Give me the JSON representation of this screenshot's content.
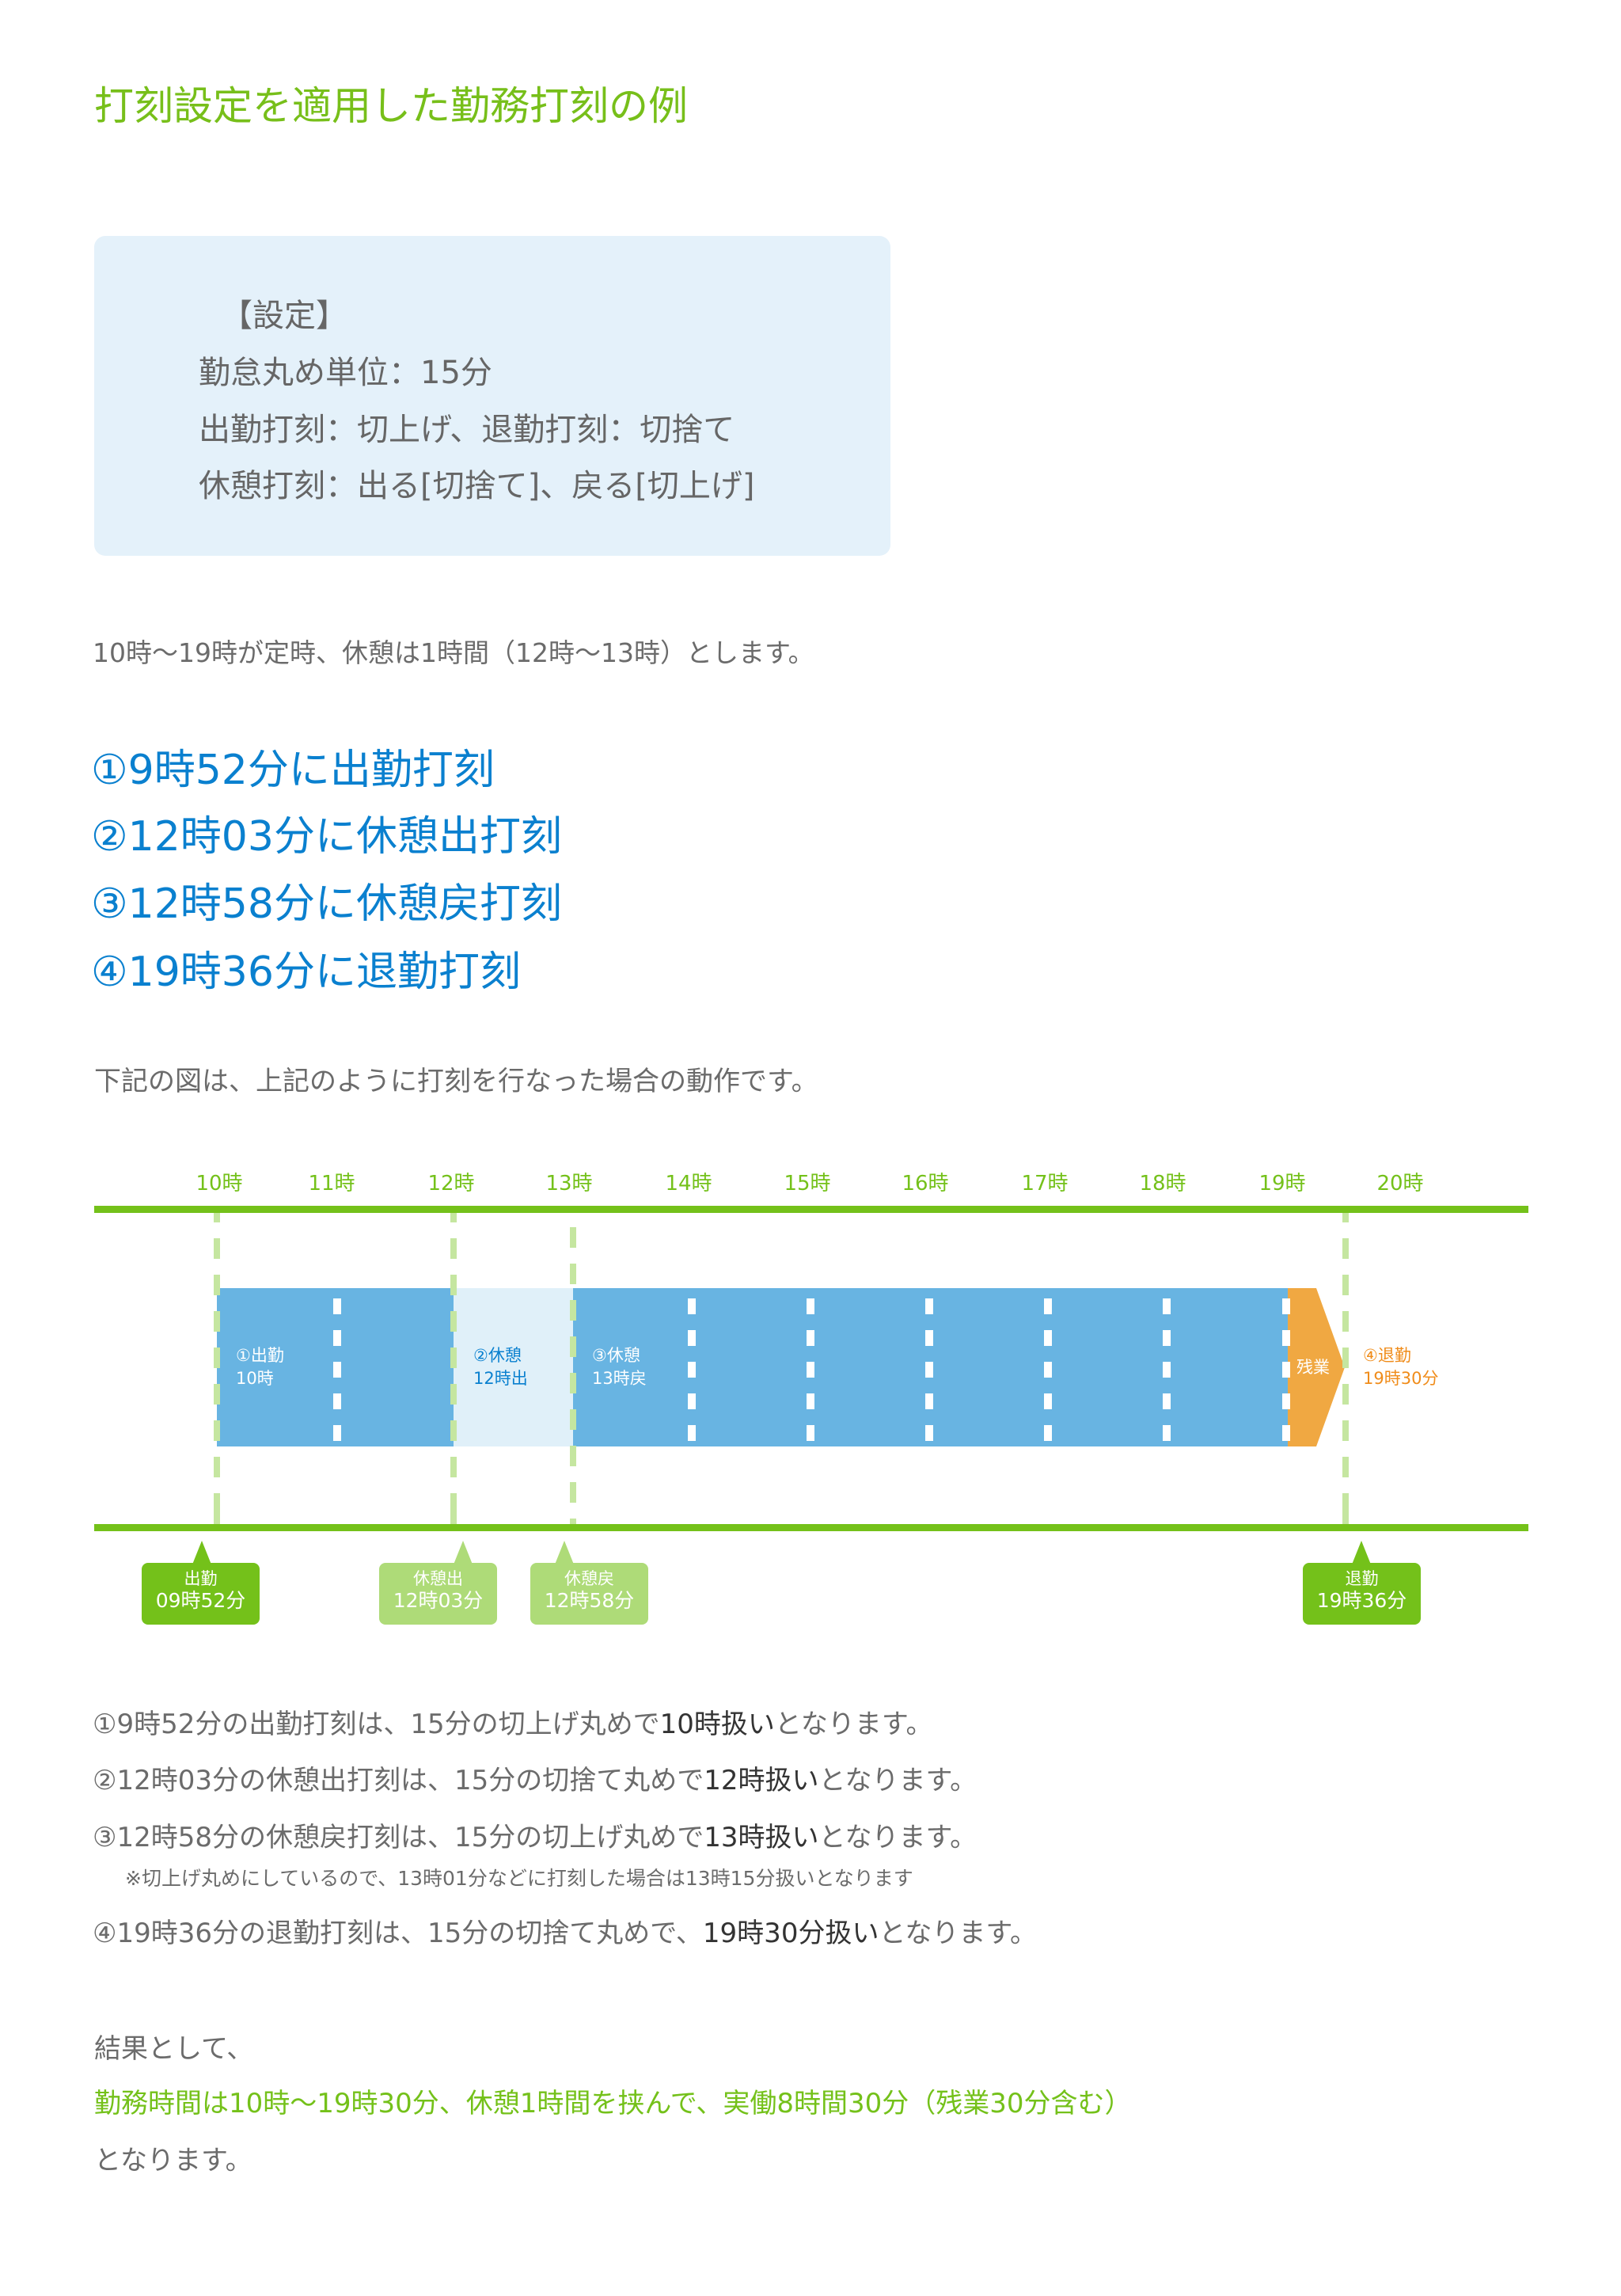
{
  "title": "打刻設定を適用した勤務打刻の例",
  "settings": {
    "heading": "【設定】",
    "lines": [
      "勤怠丸め単位：15分",
      "出勤打刻：切上げ、退勤打刻：切捨て",
      "休憩打刻：出る[切捨て]、戻る[切上げ]"
    ]
  },
  "intro": "10時〜19時が定時、休憩は1時間（12時〜13時）とします。",
  "steps": [
    "①9時52分に出勤打刻",
    "②12時03分に休憩出打刻",
    "③12時58分に休憩戻打刻",
    "④19時36分に退勤打刻"
  ],
  "below_text": "下記の図は、上記のように打刻を行なった場合の動作です。",
  "diagram": {
    "hours": [
      "10時",
      "11時",
      "12時",
      "13時",
      "14時",
      "15時",
      "16時",
      "17時",
      "18時",
      "19時",
      "20時"
    ],
    "blocks": {
      "in": {
        "l1": "①出勤",
        "l2": "10時"
      },
      "break_out": {
        "l1": "②休憩",
        "l2": "12時出"
      },
      "break_in": {
        "l1": "③休憩",
        "l2": "13時戻"
      },
      "overtime": "残業",
      "out": {
        "l1": "④退勤",
        "l2": "19時30分"
      }
    },
    "bubbles": [
      {
        "label": "出勤",
        "time": "09時52分"
      },
      {
        "label": "休憩出",
        "time": "12時03分"
      },
      {
        "label": "休憩戻",
        "time": "12時58分"
      },
      {
        "label": "退勤",
        "time": "19時36分"
      }
    ],
    "colors": {
      "green": "#74c11a",
      "light_green": "#aedb78",
      "work": "#68b4e2",
      "break": "#e0f0f9",
      "overtime": "#f0a842"
    }
  },
  "explanations": [
    {
      "pre": "①9時52分の出勤打刻は、15分の切上げ丸めで",
      "bold": "10時扱い",
      "post": "となります。"
    },
    {
      "pre": "②12時03分の休憩出打刻は、15分の切捨て丸めで",
      "bold": "12時扱い",
      "post": "となります。"
    },
    {
      "pre": "③12時58分の休憩戻打刻は、15分の切上げ丸めで",
      "bold": "13時扱い",
      "post": "となります。"
    },
    {
      "pre": "④19時36分の退勤打刻は、15分の切捨て丸めで、",
      "bold": "19時30分扱い",
      "post": "となります。"
    }
  ],
  "note": "※切上げ丸めにしているので、13時01分などに打刻した場合は13時15分扱いとなります",
  "result": {
    "lead": "結果として、",
    "summary": "勤務時間は10時〜19時30分、休憩1時間を挟んで、実働8時間30分（残業30分含む）",
    "end": "となります。"
  }
}
